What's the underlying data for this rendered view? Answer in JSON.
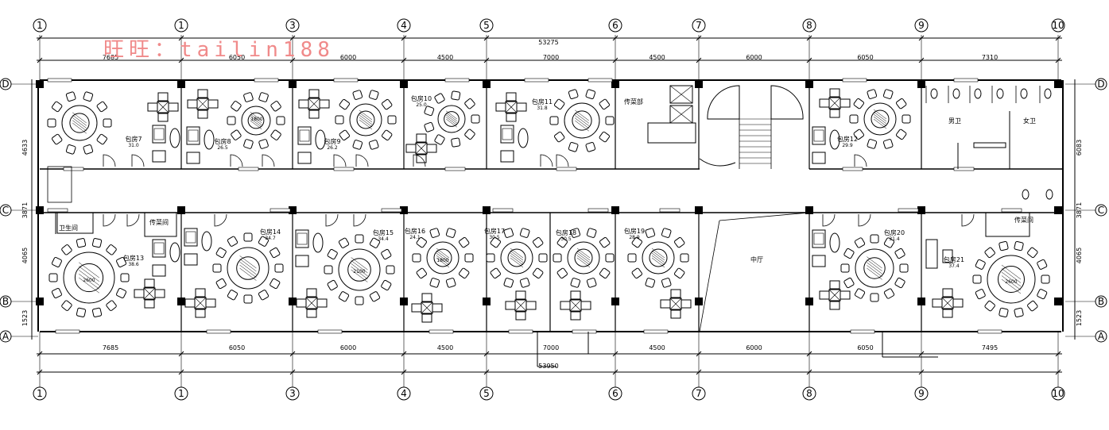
{
  "watermark": "旺旺：tailin188",
  "grid_top": [
    "1",
    "1",
    "3",
    "4",
    "5",
    "6",
    "7",
    "8",
    "9",
    "10"
  ],
  "grid_bottom": [
    "1",
    "1",
    "3",
    "4",
    "5",
    "6",
    "7",
    "8",
    "9",
    "10"
  ],
  "grid_right": [
    "D",
    "C",
    "B",
    "A"
  ],
  "grid_left": [
    "D",
    "C",
    "B",
    "A"
  ],
  "dims": {
    "overall_top": "53275",
    "overall_bottom": "53950",
    "top_segments": [
      "7685",
      "6050",
      "6000",
      "4500",
      "7000",
      "4500",
      "6000",
      "6050",
      "7310"
    ],
    "bottom_segments": [
      "7685",
      "6050",
      "6000",
      "4500",
      "7000",
      "4500",
      "6000",
      "6050",
      "7495"
    ],
    "left_side": [
      "4633",
      "3871",
      "4065",
      "1523"
    ],
    "right_side": [
      "6083",
      "3871",
      "4065",
      "1523"
    ]
  },
  "rooms_top": [
    {
      "name": "包房7",
      "area": "31.0"
    },
    {
      "name": "包房8",
      "area": "26.5"
    },
    {
      "name": "包房9",
      "area": "26.2"
    },
    {
      "name": "包房10",
      "area": "25.0"
    },
    {
      "name": "包房11",
      "area": "31.8"
    },
    {
      "name": "包房12",
      "area": "29.9"
    }
  ],
  "rooms_bottom": [
    {
      "name": "包房13",
      "area": "38.6"
    },
    {
      "name": "包房14",
      "area": "34.7"
    },
    {
      "name": "包房15",
      "area": "34.4"
    },
    {
      "name": "包房16",
      "area": "24.1"
    },
    {
      "name": "包房17",
      "area": "30.5"
    },
    {
      "name": "包房18",
      "area": "30.5"
    },
    {
      "name": "包房19",
      "area": "28.9"
    },
    {
      "name": "包房20",
      "area": "31.4"
    },
    {
      "name": "包房21",
      "area": "37.4"
    }
  ],
  "labels": {
    "service_top": "传菜部",
    "male_wc": "男卫",
    "female_wc": "女卫",
    "wc": "卫生间",
    "service_left": "传菜间",
    "service_right": "传菜间",
    "hall": "中厅"
  },
  "table_diameters": [
    "1800",
    "2600",
    "2100",
    "1800",
    "2600"
  ]
}
